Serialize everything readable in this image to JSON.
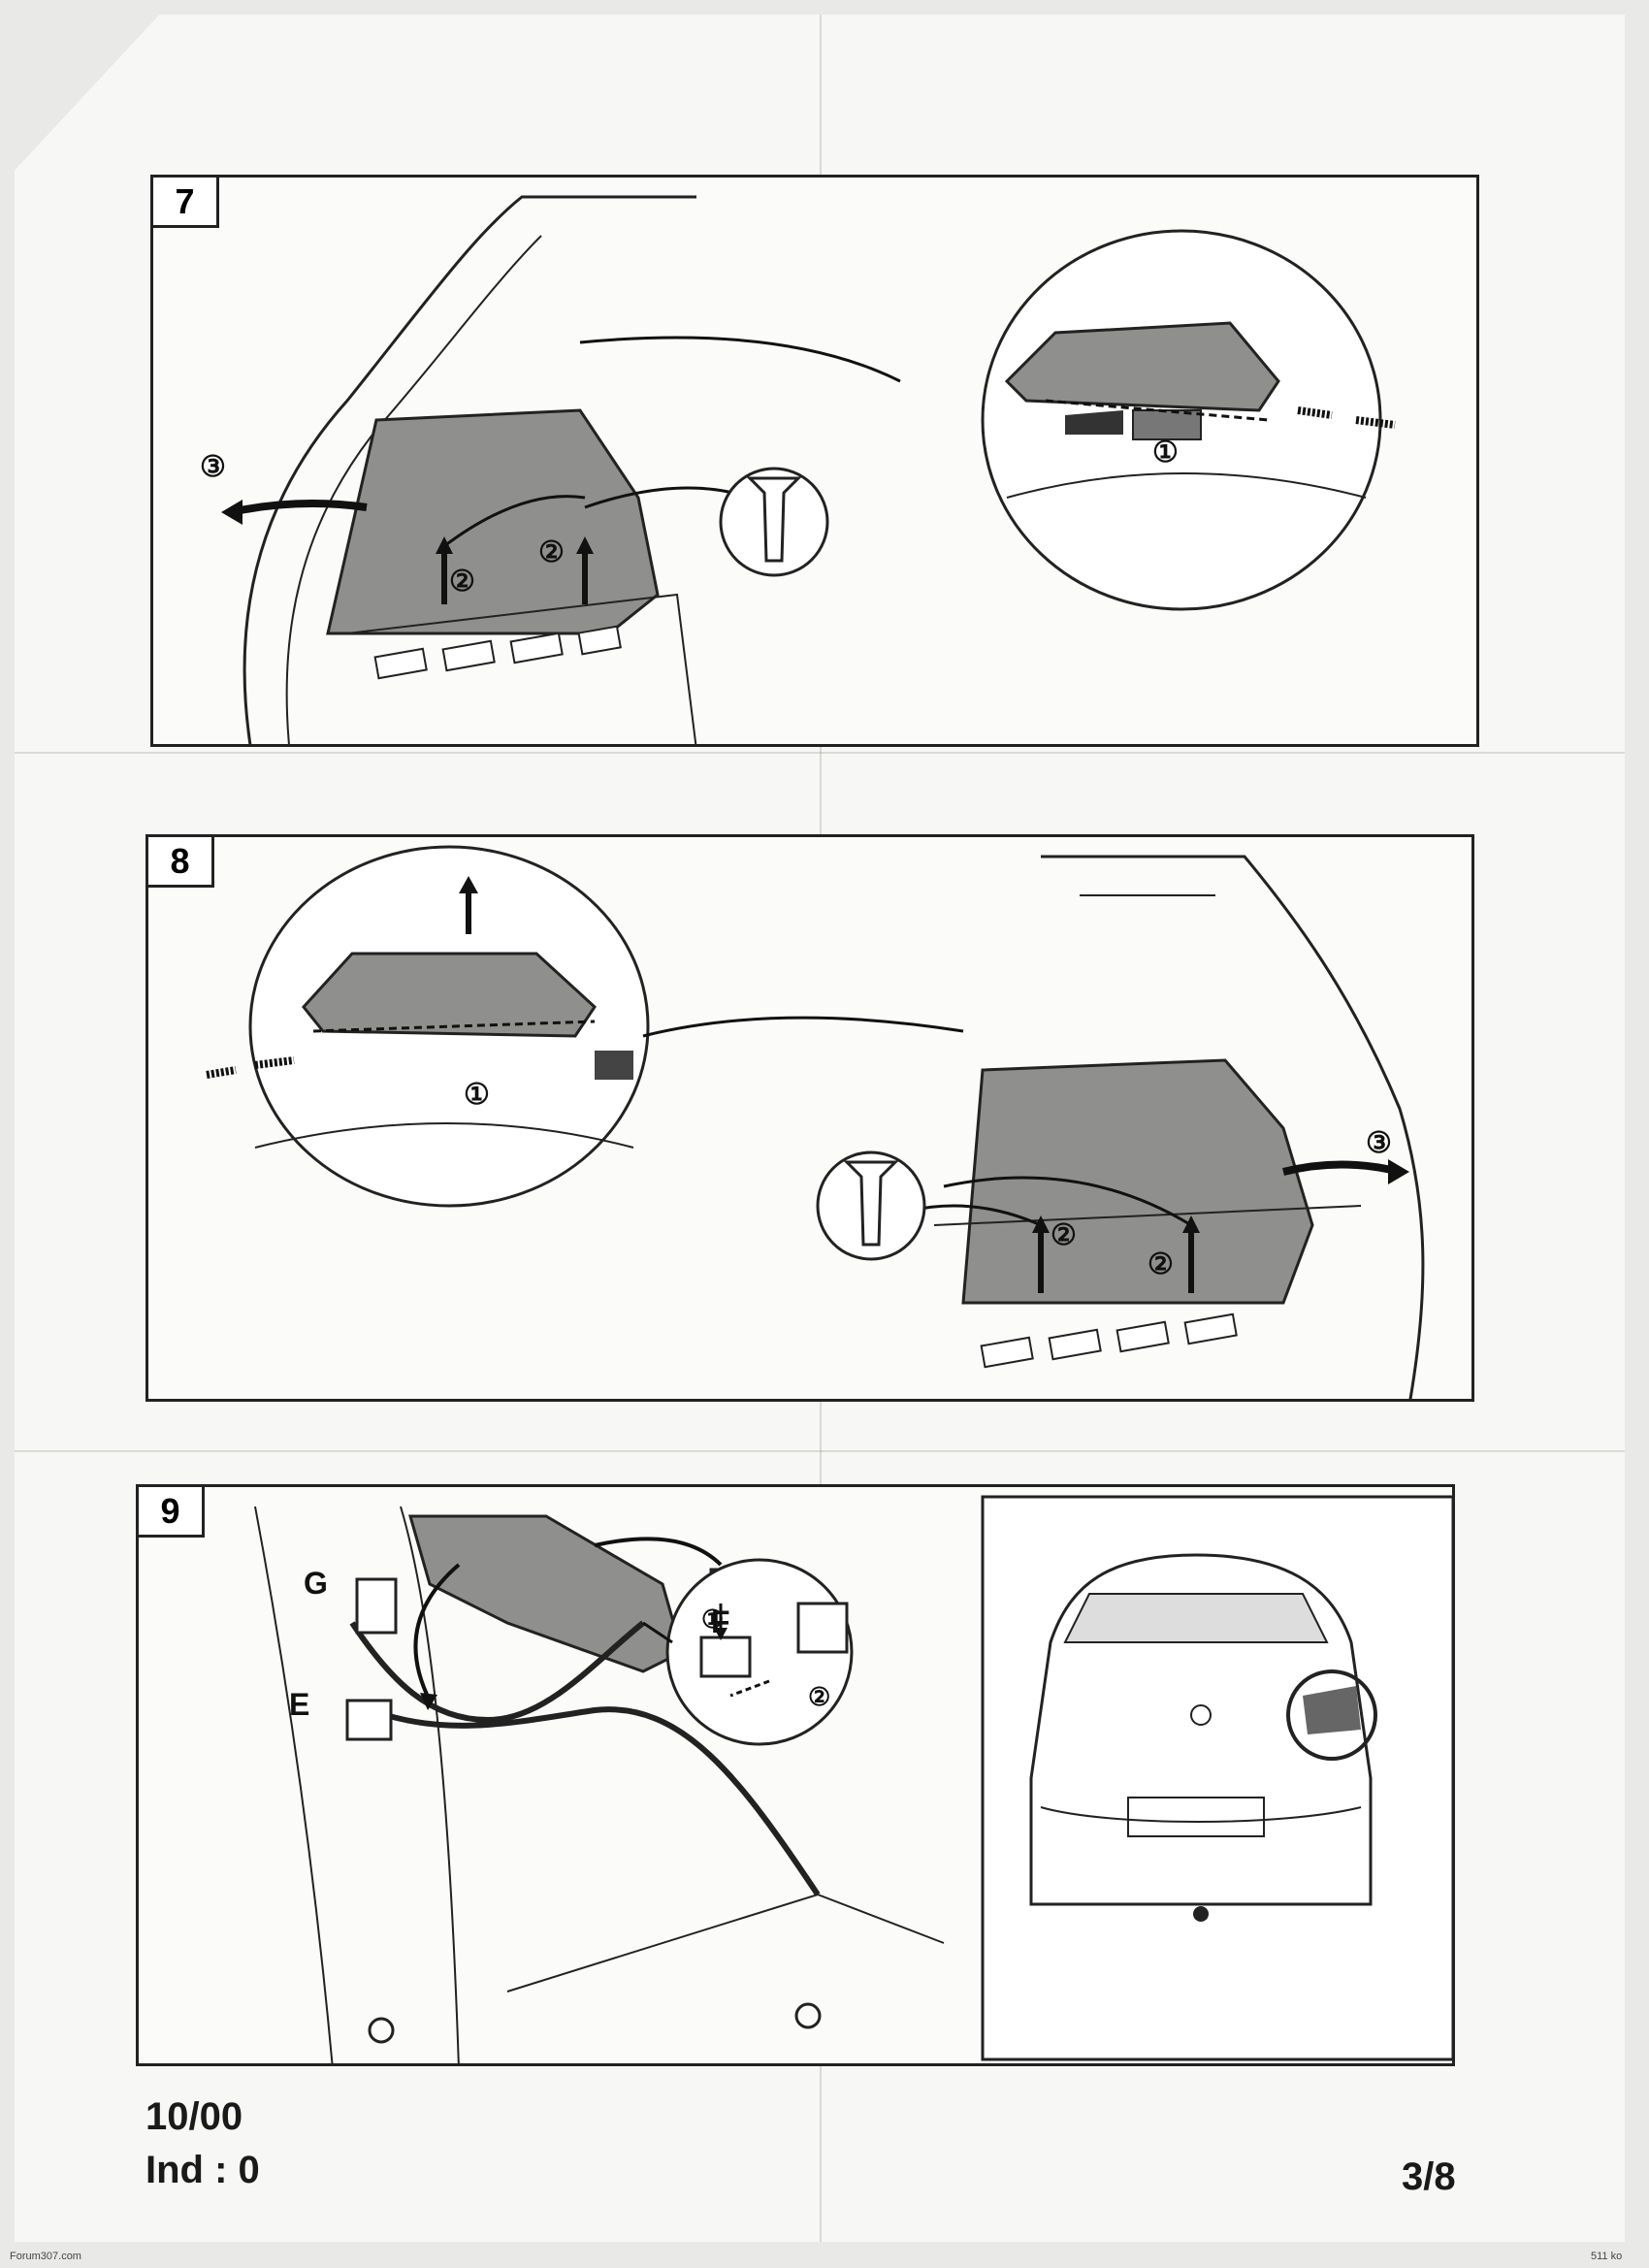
{
  "steps": [
    {
      "number": "7",
      "callouts": [
        "①",
        "②",
        "②",
        "③"
      ]
    },
    {
      "number": "8",
      "callouts": [
        "①",
        "②",
        "②",
        "③"
      ]
    },
    {
      "number": "9",
      "callouts": [
        "G",
        "E",
        "F",
        "①",
        "②"
      ]
    }
  ],
  "footer": {
    "date": "10/00",
    "index": "Ind : 0",
    "page": "3/8",
    "source": "Forum307.com",
    "filesize": "511 ko"
  },
  "colors": {
    "ink": "#1a1a1a",
    "paper": "#f7f7f5",
    "shade": "#8a8a88"
  }
}
